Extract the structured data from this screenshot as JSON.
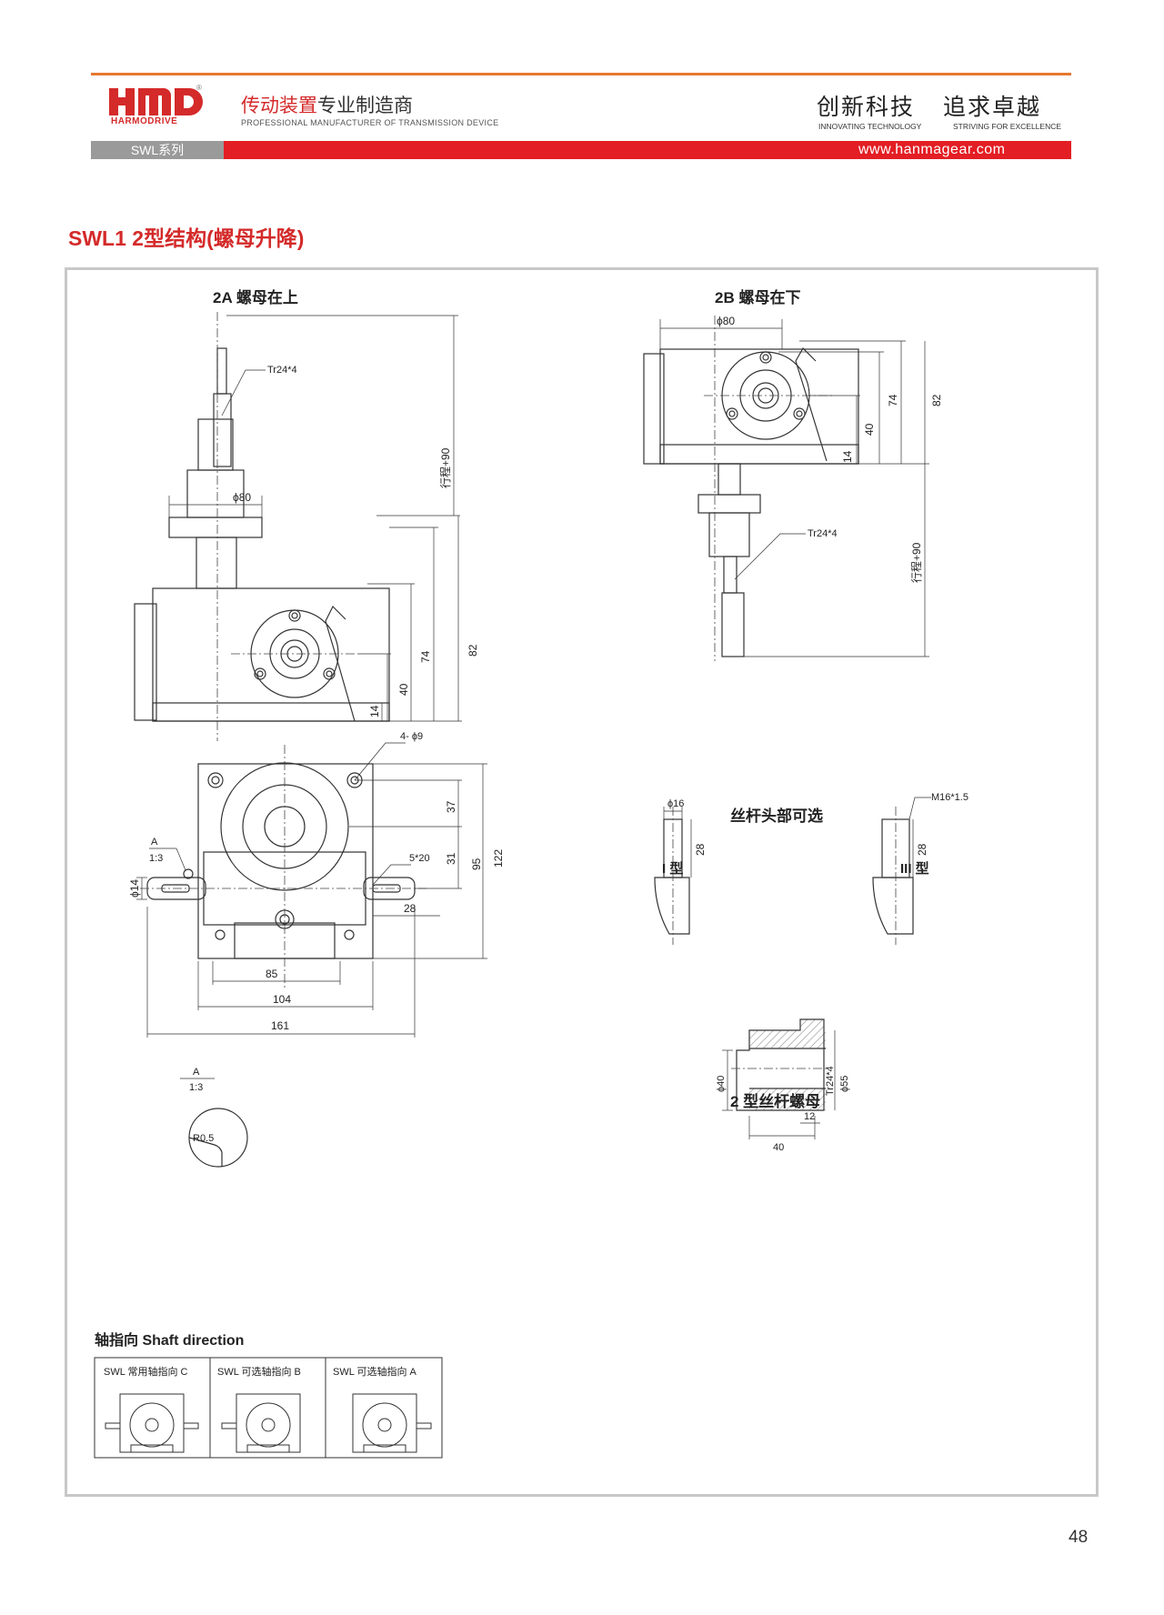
{
  "header": {
    "logo_text": "HARMODRIVE",
    "registered_mark": "®",
    "tagline_accent": "传动装置",
    "tagline_main": "专业制造商",
    "tagline_sub": "PROFESSIONAL MANUFACTURER OF TRANSMISSION DEVICE",
    "slogan1": "创新科技",
    "slogan1_sub": "INNOVATING TECHNOLOGY",
    "slogan2": "追求卓越",
    "slogan2_sub": "STRIVING FOR EXCELLENCE",
    "series": "SWL系列",
    "website": "www.hanmagear.com"
  },
  "page_title": "SWL1  2型结构(螺母升降)",
  "sections": {
    "a": "2A 螺母在上",
    "b": "2B 螺母在下",
    "options": "丝杆头部可选",
    "type1": "I 型",
    "type3": "III 型",
    "nut": "2 型丝杆螺母",
    "shaft": "轴指向  Shaft direction"
  },
  "dims": {
    "phi80": "ϕ80",
    "tr": "Tr24*4",
    "stroke": "行程+90",
    "d82": "82",
    "d74": "74",
    "d40": "40",
    "d14": "14",
    "holes": "4- ϕ9",
    "d37": "37",
    "d31": "31",
    "d95": "95",
    "d122": "122",
    "key": "5*20",
    "d28": "28",
    "phi14": "ϕ14",
    "d85": "85",
    "d104": "104",
    "d161": "161",
    "view_a": "A",
    "scale": "1:3",
    "r05": "R0.5",
    "phi16": "ϕ16",
    "m16": "M16*1.5",
    "phi40": "ϕ40",
    "phi55": "ϕ55",
    "tr_nut": "Tr24*4",
    "d12": "12"
  },
  "shaft_table": [
    "SWL 常用轴指向 C",
    "SWL 可选轴指向 B",
    "SWL 可选轴指向 A"
  ],
  "page_number": "48"
}
